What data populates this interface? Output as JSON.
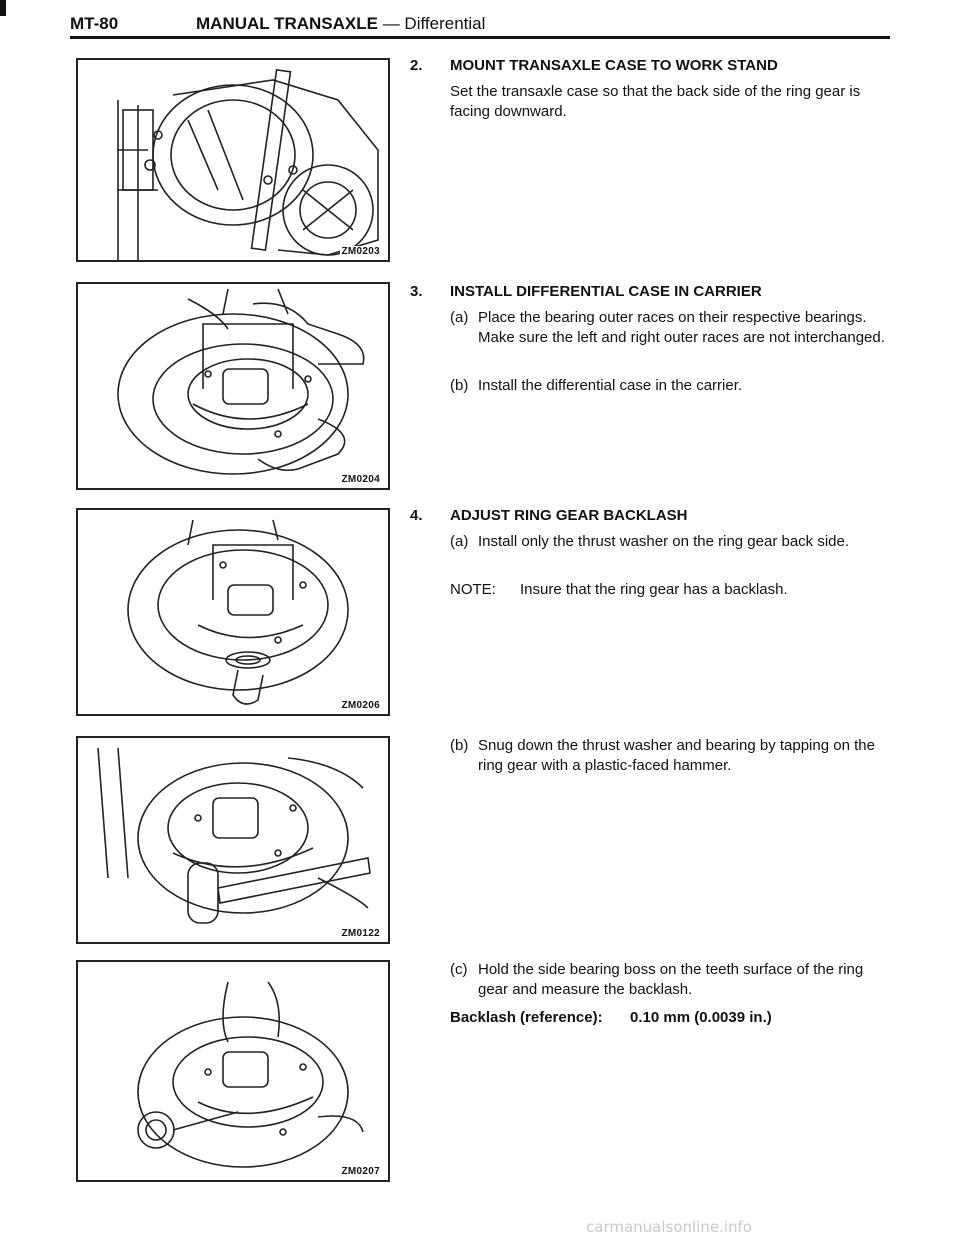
{
  "header": {
    "page_number": "MT-80",
    "section": "MANUAL TRANSAXLE",
    "subsection": "— Differential"
  },
  "figures": [
    {
      "code": "ZM0203",
      "icon": "transaxle-case-on-stand-illustration"
    },
    {
      "code": "ZM0204",
      "icon": "differential-case-install-illustration"
    },
    {
      "code": "ZM0206",
      "icon": "thrust-washer-install-illustration"
    },
    {
      "code": "ZM0122",
      "icon": "hammer-tapping-ring-gear-illustration"
    },
    {
      "code": "ZM0207",
      "icon": "dial-indicator-backlash-illustration"
    }
  ],
  "steps": [
    {
      "number": "2.",
      "title": "MOUNT TRANSAXLE CASE TO WORK STAND",
      "text": "Set the transaxle case so that the back side of the ring gear is facing downward."
    },
    {
      "number": "3.",
      "title": "INSTALL DIFFERENTIAL CASE IN CARRIER",
      "a_label": "(a)",
      "a_text": "Place the bearing outer races on their respective bearings. Make sure the left and right outer races are not interchanged.",
      "b_label": "(b)",
      "b_text": "Install the differential case in the carrier."
    },
    {
      "number": "4.",
      "title": "ADJUST RING GEAR BACKLASH",
      "a_label": "(a)",
      "a_text": "Install only the thrust washer on the ring gear back side.",
      "note_label": "NOTE:",
      "note_text": "Insure that the ring gear has a backlash.",
      "b_label": "(b)",
      "b_text": "Snug down the thrust washer and bearing by tapping on the ring gear with a plastic-faced hammer.",
      "c_label": "(c)",
      "c_text": "Hold the side bearing boss on the teeth surface of the ring gear and measure the backlash.",
      "spec_label": "Backlash (reference):",
      "spec_value": "0.10 mm (0.0039 in.)"
    }
  ],
  "watermark": "carmanualsonline.info"
}
